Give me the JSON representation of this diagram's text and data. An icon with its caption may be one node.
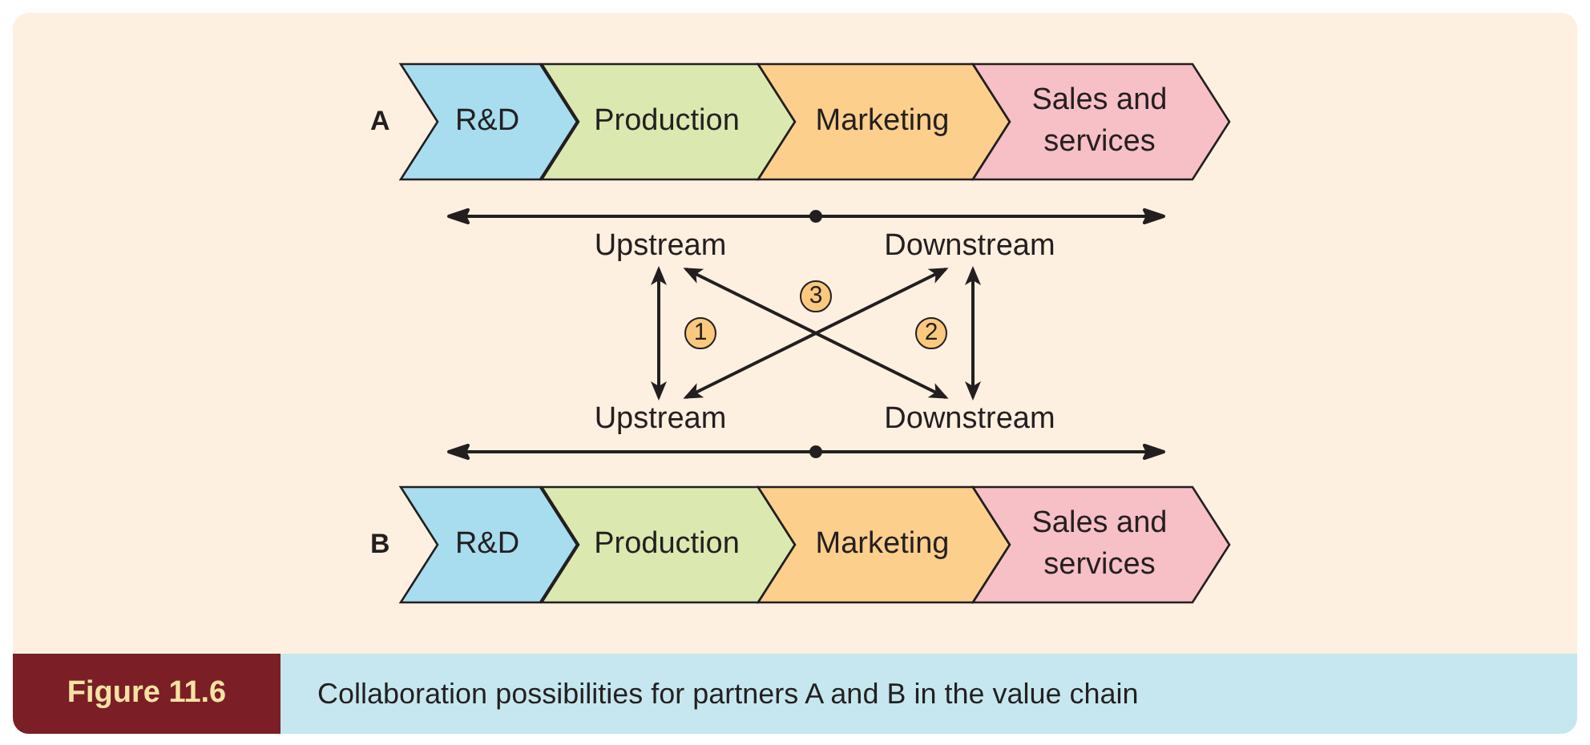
{
  "diagram": {
    "caption": "Collaboration possibilities for partners A and B in the value chain",
    "nodes": [
      {
        "text": [
          "R&D"
        ]
      },
      {
        "text": [
          "Production"
        ]
      },
      {
        "text": [
          "Marketing"
        ]
      },
      {
        "text": [
          "Sales and services"
        ]
      },
      {
        "text": [
          "Upstream"
        ]
      },
      {
        "text": [
          "Downstream"
        ]
      },
      {
        "text": [
          "Upstream"
        ]
      },
      {
        "text": [
          "Downstream"
        ]
      },
      {
        "text": [
          "R&D"
        ]
      },
      {
        "text": [
          "Production"
        ]
      },
      {
        "text": [
          "Marketing"
        ]
      },
      {
        "text": [
          "Sales and services"
        ]
      }
    ],
    "edges": [
      {
        "from": 4,
        "to": 6,
        "arrow": "both"
      },
      {
        "from": 4,
        "to": 7,
        "arrow": "both"
      },
      {
        "from": 6,
        "to": 5,
        "arrow": "both"
      },
      {
        "from": 5,
        "to": 7,
        "arrow": "both"
      }
    ],
    "labels": [
      "A",
      "3",
      "1",
      "2",
      "B",
      "Figure 11.6"
    ]
  }
}
